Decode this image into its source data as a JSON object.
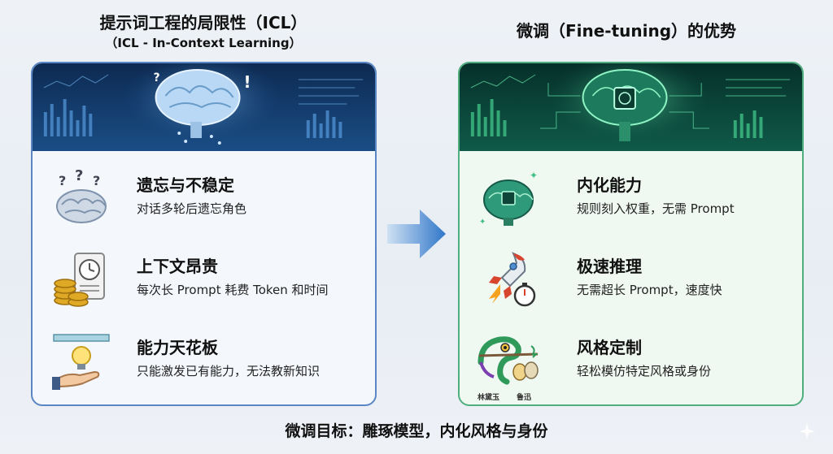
{
  "left": {
    "title": "提示词工程的局限性（ICL）",
    "subtitle": "（ICL - In-Context Learning）",
    "items": [
      {
        "title": "遗忘与不稳定",
        "desc": "对话多轮后遗忘角色",
        "icon": "confused-brain-icon"
      },
      {
        "title": "上下文昂贵",
        "desc": "每次长 Prompt 耗费 Token 和时间",
        "icon": "coins-clock-icon"
      },
      {
        "title": "能力天花板",
        "desc": "只能激发已有能力，无法教新知识",
        "icon": "hand-lightbulb-icon"
      }
    ]
  },
  "right": {
    "title": "微调（Fine-tuning）的优势",
    "items": [
      {
        "title": "内化能力",
        "desc": "规则刻入权重，无需 Prompt",
        "icon": "chip-brain-icon"
      },
      {
        "title": "极速推理",
        "desc": "无需超长 Prompt，速度快",
        "icon": "rocket-stopwatch-icon"
      },
      {
        "title": "风格定制",
        "desc": "轻松模仿特定风格或身份",
        "icon": "chameleon-masks-icon"
      }
    ],
    "icon_captions": [
      "林黛玉",
      "鲁迅"
    ]
  },
  "footer": "微调目标：雕琢模型，内化风格与身份",
  "colors": {
    "left_border": "#5b86c4",
    "right_border": "#4fae7e",
    "arrow": "#3a7fd0"
  }
}
